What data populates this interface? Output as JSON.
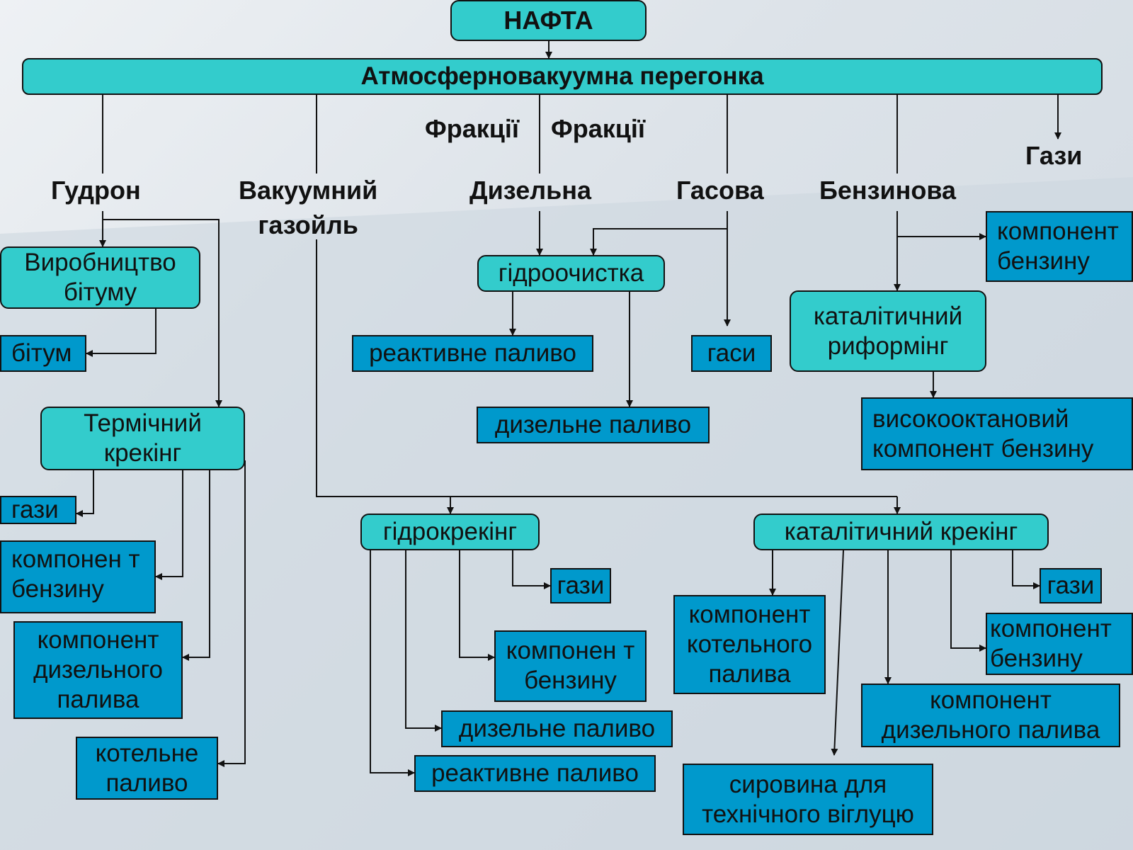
{
  "title": "НАФТА",
  "distillation": "Атмосферновакуумна перегонка",
  "fraction_labels": [
    "Фракції",
    "Фракції"
  ],
  "gases_label": "Гази",
  "fractions": {
    "gudron": "Гудрон",
    "vacuum_gasoil_1": "Вакуумний",
    "vacuum_gasoil_2": "газойль",
    "diesel": "Дизельна",
    "kerosene": "Гасова",
    "gasoline": "Бензинова"
  },
  "processes": {
    "bitumen_production": "Виробництво бітуму",
    "thermal_cracking": "Термічний крекінг",
    "hydrotreating": "гідроочистка",
    "catalytic_reforming": "каталітичний риформінг",
    "hydrocracking": "гідрокрекінг",
    "catalytic_cracking": "каталітичний крекінг"
  },
  "products": {
    "bitumen": "бітум",
    "jet_fuel": "реактивне паливо",
    "kerosenes": "гаси",
    "diesel_fuel": "дизельне паливо",
    "gasoline_component": "компонент бензину",
    "high_octane": "високооктановий компонент бензину",
    "tc_gases": "гази",
    "tc_gasoline_component": "компонен т бензину",
    "tc_diesel_component": "компонент дизельного палива",
    "tc_boiler_fuel": "котельне паливо",
    "hc_gases": "гази",
    "hc_gasoline_component": "компонен т бензину",
    "hc_diesel_fuel": "дизельне паливо",
    "hc_jet_fuel": "реактивне паливо",
    "cc_boiler_component": "компонент котельного палива",
    "cc_gases": "гази",
    "cc_gasoline_component": "компонент бензину",
    "cc_diesel_component": "компонент дизельного палива",
    "cc_carbon_black_feed": "сировина для технічного віглуцю"
  },
  "colors": {
    "process": "#33cccc",
    "product": "#0099cc",
    "line": "#111111"
  }
}
